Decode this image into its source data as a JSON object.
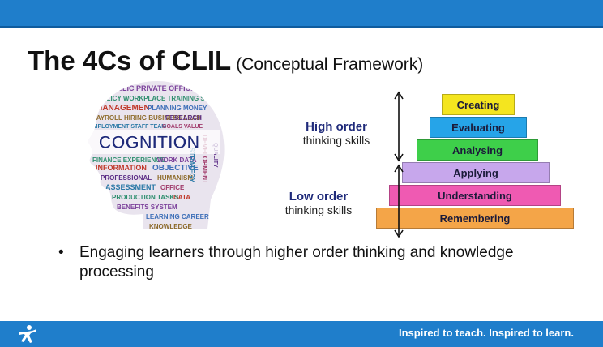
{
  "slide": {
    "title": "The 4Cs of CLIL",
    "subtitle": "(Conceptual Framework)",
    "bullet_marker": "•",
    "bullet": "Engaging learners through higher order thinking and knowledge processing"
  },
  "word_cloud": {
    "central_word": "COGNITION",
    "visible_words": [
      "MANAGEMENT",
      "EXPERIENCE",
      "OBJECTIVE",
      "HUMANISM",
      "ASSESSMENT",
      "PUBLIC",
      "WORKPLACE",
      "FINANCE",
      "OFFICE",
      "DATA"
    ]
  },
  "pyramid": {
    "high_label_title": "High order",
    "high_label_sub": "thinking skills",
    "low_label_title": "Low order",
    "low_label_sub": "thinking skills",
    "levels": [
      {
        "label": "Creating",
        "color": "#f4e51f"
      },
      {
        "label": "Evaluating",
        "color": "#26a4e8"
      },
      {
        "label": "Analysing",
        "color": "#3ecf4a"
      },
      {
        "label": "Applying",
        "color": "#c7a7ec"
      },
      {
        "label": "Understanding",
        "color": "#ef5ab2"
      },
      {
        "label": "Remembering",
        "color": "#f4a548"
      }
    ]
  },
  "footer": {
    "tagline": "Inspired to teach. Inspired to learn.",
    "logo_icon": "person-star-icon"
  },
  "colors": {
    "brand_blue": "#1f7ecb",
    "label_navy": "#1f2a7a"
  }
}
